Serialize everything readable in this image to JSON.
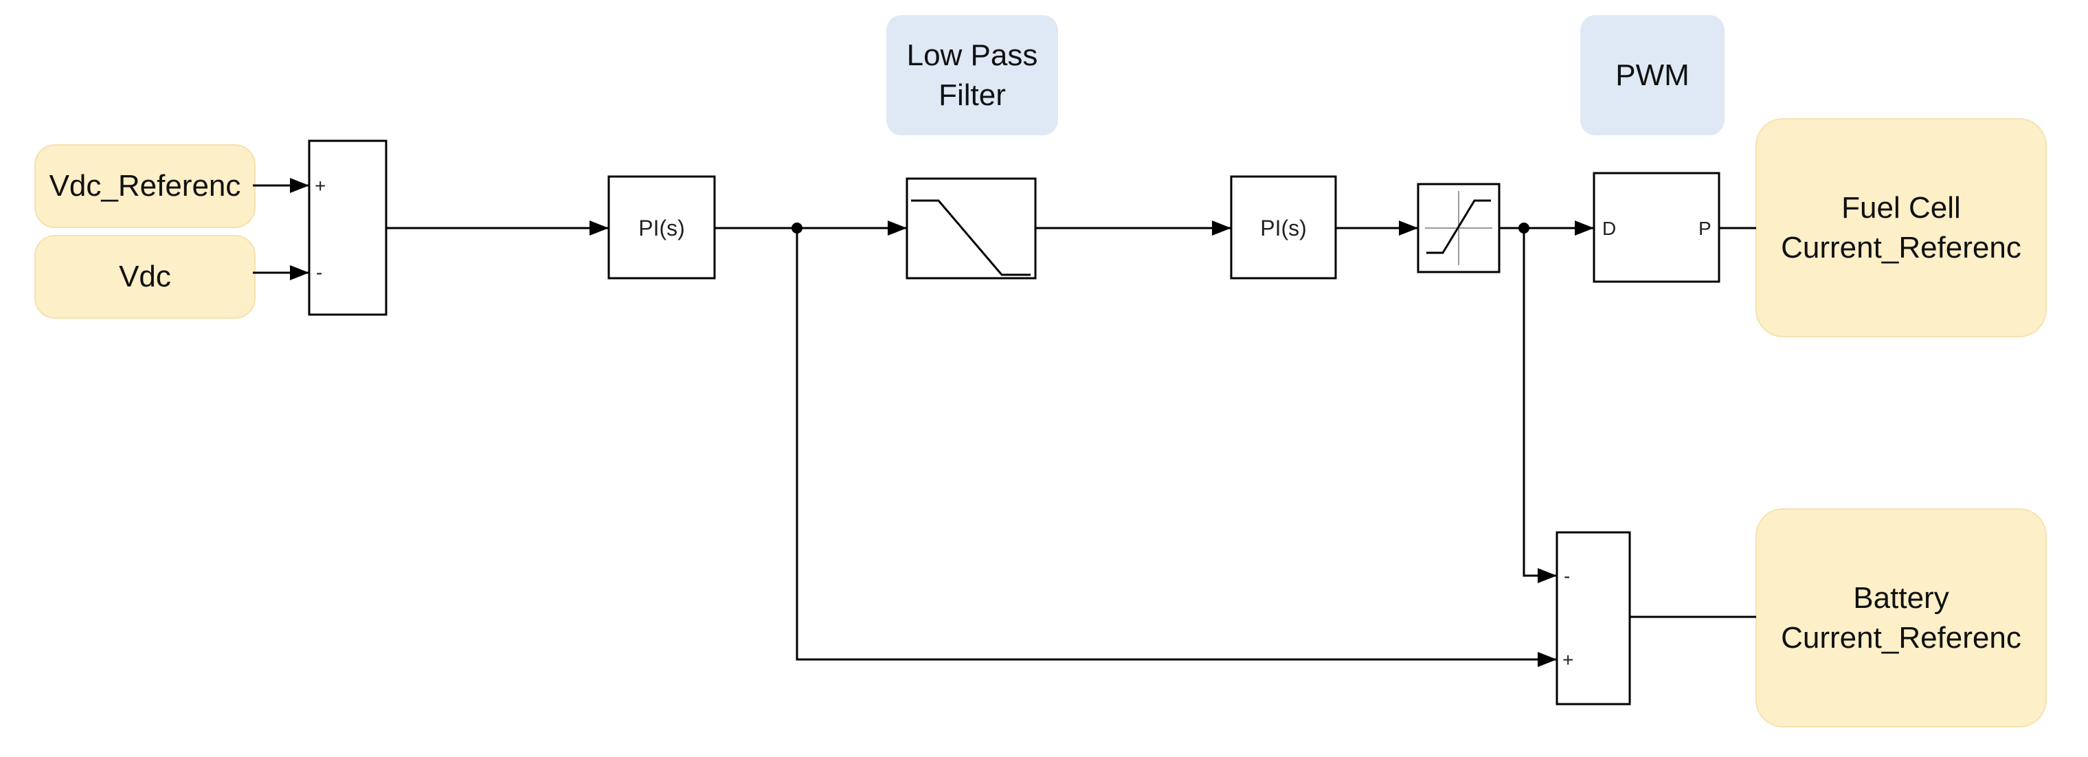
{
  "inputs": {
    "vdc_reference": "Vdc_Referenc",
    "vdc": "Vdc"
  },
  "outputs": {
    "fuel_cell_reference": "Fuel Cell\nCurrent_Referenc",
    "battery_reference": "Battery\nCurrent_Referenc"
  },
  "annotations": {
    "low_pass_filter": "Low Pass\nFilter",
    "pwm": "PWM"
  },
  "blocks": {
    "sum1": {
      "plus": "+",
      "minus": "-"
    },
    "pi1": "PI(s)",
    "pi2": "PI(s)",
    "pwm_block": {
      "in_port": "D",
      "out_port": "P"
    },
    "sum2": {
      "minus": "-",
      "plus": "+"
    }
  },
  "colors": {
    "io_fill": "#fdefc8",
    "note_fill": "#dfe9f5",
    "line": "#000000"
  }
}
